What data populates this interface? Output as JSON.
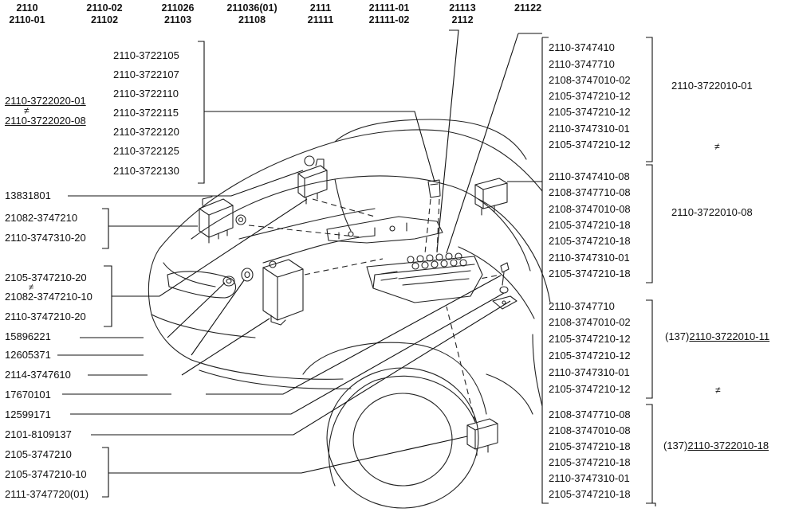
{
  "header": [
    {
      "l1": "2110",
      "l2": "2110-01"
    },
    {
      "l1": "2110-02",
      "l2": "21102"
    },
    {
      "l1": "211026",
      "l2": "21103"
    },
    {
      "l1": "211036(01)",
      "l2": "21108"
    },
    {
      "l1": "2111",
      "l2": "21111"
    },
    {
      "l1": "21111-01",
      "l2": "21111-02"
    },
    {
      "l1": "21113",
      "l2": "2112"
    },
    {
      "l1": "21122",
      "l2": ""
    }
  ],
  "left_top": {
    "a": "2110-3722020-01",
    "sym": "≠",
    "b": "2110-3722020-08"
  },
  "fuse_list": [
    "2110-3722105",
    "2110-3722107",
    "2110-3722110",
    "2110-3722115",
    "2110-3722120",
    "2110-3722125",
    "2110-3722130"
  ],
  "left_labels": {
    "p1": "13831801",
    "g1": [
      "21082-3747210",
      "2110-3747310-20"
    ],
    "g2a": "2105-3747210-20",
    "g2b": "21082-3747210-10",
    "g2c": "2110-3747210-20",
    "g2sym": "≠",
    "p2": "15896221",
    "p3": "12605371",
    "p4": "2114-3747610",
    "p5": "17670101",
    "p6": "12599171",
    "p7": "2101-8109137",
    "g3": [
      "2105-3747210",
      "2105-3747210-10",
      "2111-3747720(01)"
    ]
  },
  "relay_groups": [
    [
      "2110-3747410",
      "2110-3747710",
      "2108-3747010-02",
      "2105-3747210-12",
      "2105-3747210-12",
      "2110-3747310-01",
      "2105-3747210-12"
    ],
    [
      "2110-3747410-08",
      "2108-3747710-08",
      "2108-3747010-08",
      "2105-3747210-18",
      "2105-3747210-18",
      "2110-3747310-01",
      "2105-3747210-18"
    ],
    [
      "2110-3747710",
      "2108-3747010-02",
      "2105-3747210-12",
      "2105-3747210-12",
      "2110-3747310-01",
      "2105-3747210-12"
    ],
    [
      "2108-3747710-08",
      "2108-3747010-08",
      "2105-3747210-18",
      "2105-3747210-18",
      "2110-3747310-01",
      "2105-3747210-18"
    ]
  ],
  "right_labels": {
    "top_a": "2110-3722010-01",
    "top_b": "2110-3722010-08",
    "bot_a_prefix": "(137)",
    "bot_a": "2110-3722010-11",
    "bot_b_prefix": "(137)",
    "bot_b": "2110-3722010-18",
    "sym": "≠"
  }
}
